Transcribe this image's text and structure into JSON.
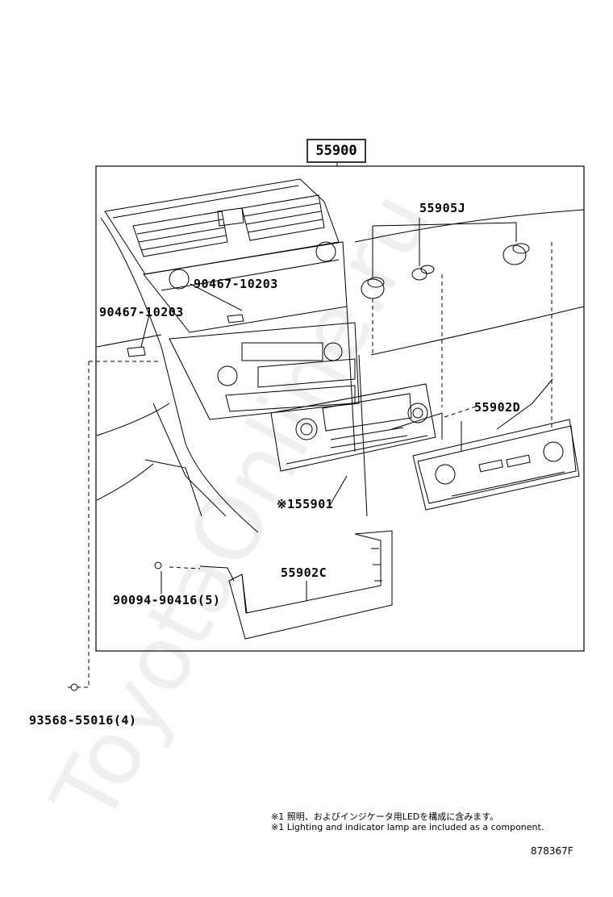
{
  "main_part": "55900",
  "labels": {
    "knob": "55905J",
    "clip_upper": "90467-10203",
    "clip_left": "90467-10203",
    "panel_right": "55902D",
    "control": "※155901",
    "panel_lower": "55902C",
    "screw_small": "90094-90416(5)",
    "screw_outer": "93568-55016(4)"
  },
  "notes": {
    "jp": "※1 照明、およびインジケータ用LEDを構成に含みます。",
    "en": "※1 Lighting and indicator lamp are included as a component."
  },
  "diagram_code": "878367F",
  "watermark": "ToyotaOnline.ru"
}
